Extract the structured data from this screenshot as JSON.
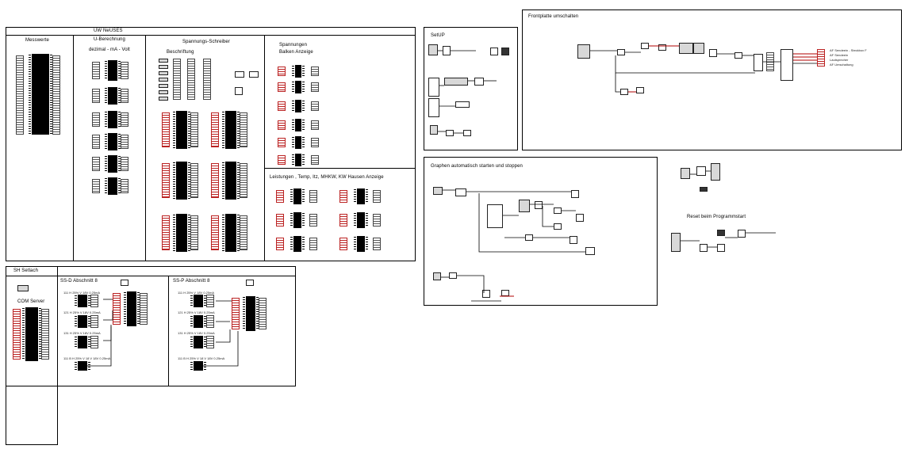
{
  "frames": {
    "uw": {
      "title": "UW NeUSES",
      "sections": {
        "messwerte": "Messwerte",
        "u_berechnung": "U-Berechnung",
        "u_berechnung_sub": "dezimal - mA - Volt",
        "spannungs_schreiber": "Spannungs-Schreiber",
        "beschriftung": "Beschriftung",
        "spannungen": "Spannungen",
        "spannungen_sub": "Balken Anzeige",
        "leistungen": "Leistungen , Temp, Itz, MHKW, KW Hausen Anzeige"
      }
    },
    "sh": {
      "title": "SH Setlach",
      "com_server": "COM Server",
      "ssd": "SS-D Abschnitt 8",
      "ssp": "SS-P Abschnitt 8",
      "ssd_rows": [
        "111 H 25% V 18V 0.25mA",
        "121 H 25% V 18V 0.25mA",
        "131 H 25% V 18V 0.25mA",
        "111 B H 25% V 18 V 18V 0.25mA"
      ],
      "ssp_rows": [
        "111 H 25% V 18V 0.25mA",
        "121 H 25% V 18V 0.25mA",
        "131 H 25% V 18V 0.25mA",
        "111 B H 25% V 18 V 18V 0.25mA"
      ]
    },
    "setup": {
      "title": "SetUP"
    },
    "frontplatte": {
      "title": "Frontplatte umschalten",
      "outputs": [
        "AF Sendeein - Steckbox F",
        "AF Sendeein",
        "Lautsprecher",
        "AF Umschaltung"
      ]
    },
    "graphen": {
      "title": "Graphen automatisch starten und stoppen"
    },
    "reset": {
      "title": "Reset beim Programmstart"
    }
  },
  "colors": {
    "frame": "#000000",
    "wire_red": "#b00000",
    "chip": "#000000"
  }
}
